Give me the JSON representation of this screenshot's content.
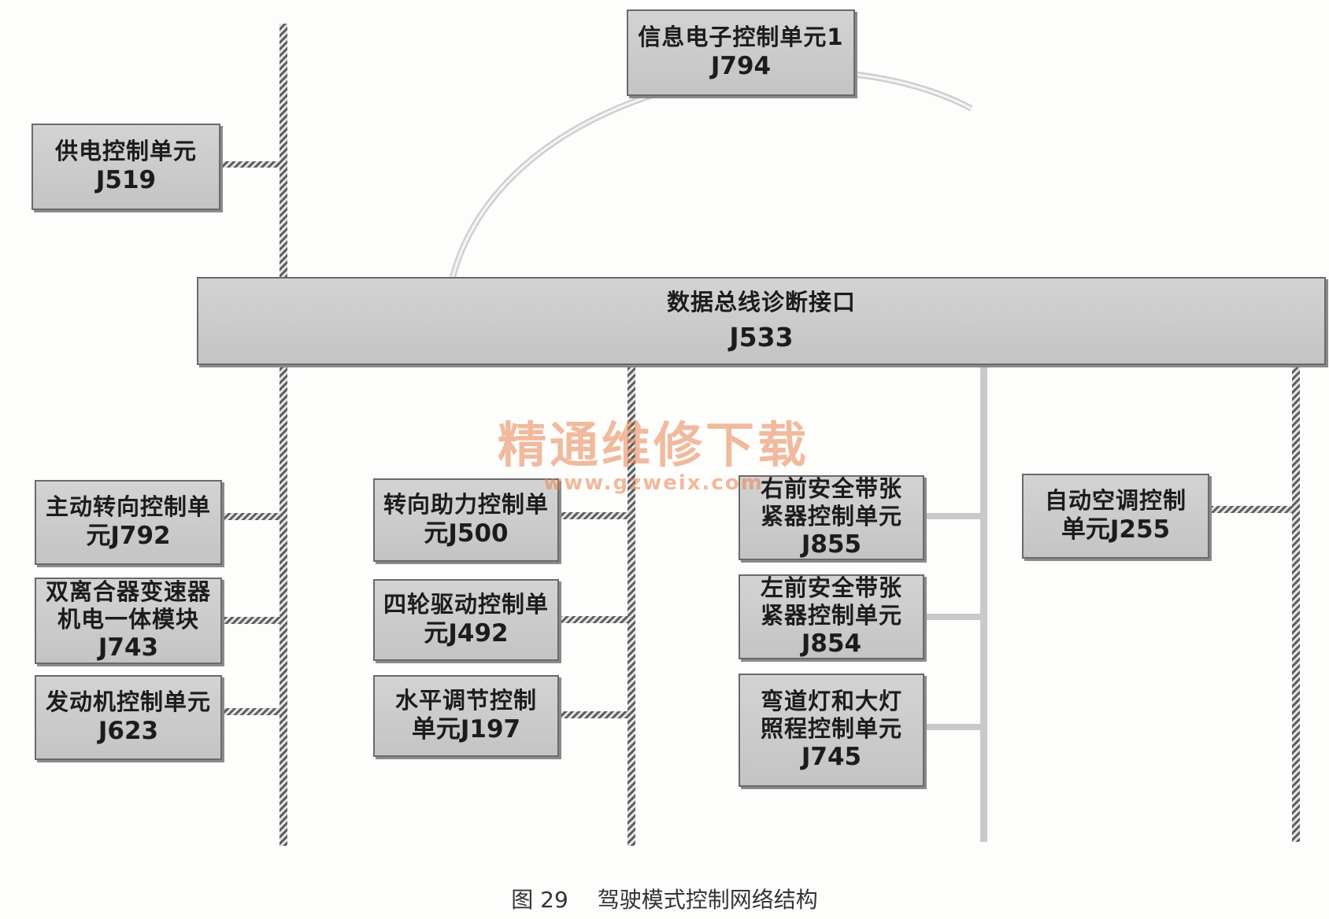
{
  "gateway": {
    "name": "数据总线诊断接口",
    "code": "J533"
  },
  "units": {
    "j794": {
      "name": "信息电子控制单元1",
      "code": "J794"
    },
    "j519": {
      "name": "供电控制单元",
      "code": "J519"
    },
    "j792": {
      "line1": "主动转向控制单",
      "line2": "元J792"
    },
    "j743": {
      "line1": "双离合器变速器",
      "line2": "机电一体模块",
      "line3": "J743"
    },
    "j623": {
      "line1": "发动机控制单元",
      "line2": "J623"
    },
    "j500": {
      "line1": "转向助力控制单",
      "line2": "元J500"
    },
    "j492": {
      "line1": "四轮驱动控制单",
      "line2": "元J492"
    },
    "j197": {
      "line1": "水平调节控制",
      "line2": "单元J197"
    },
    "j855": {
      "line1": "右前安全带张",
      "line2": "紧器控制单元",
      "line3": "J855"
    },
    "j854": {
      "line1": "左前安全带张",
      "line2": "紧器控制单元",
      "line3": "J854"
    },
    "j745": {
      "line1": "弯道灯和大灯",
      "line2": "照程控制单元",
      "line3": "J745"
    },
    "j255": {
      "line1": "自动空调控制",
      "line2": "单元J255"
    }
  },
  "watermark": {
    "text": "精通维修下载",
    "url": "www.gzweix.com"
  },
  "caption": {
    "figure": "图 29",
    "title": "驾驶模式控制网络结构"
  }
}
